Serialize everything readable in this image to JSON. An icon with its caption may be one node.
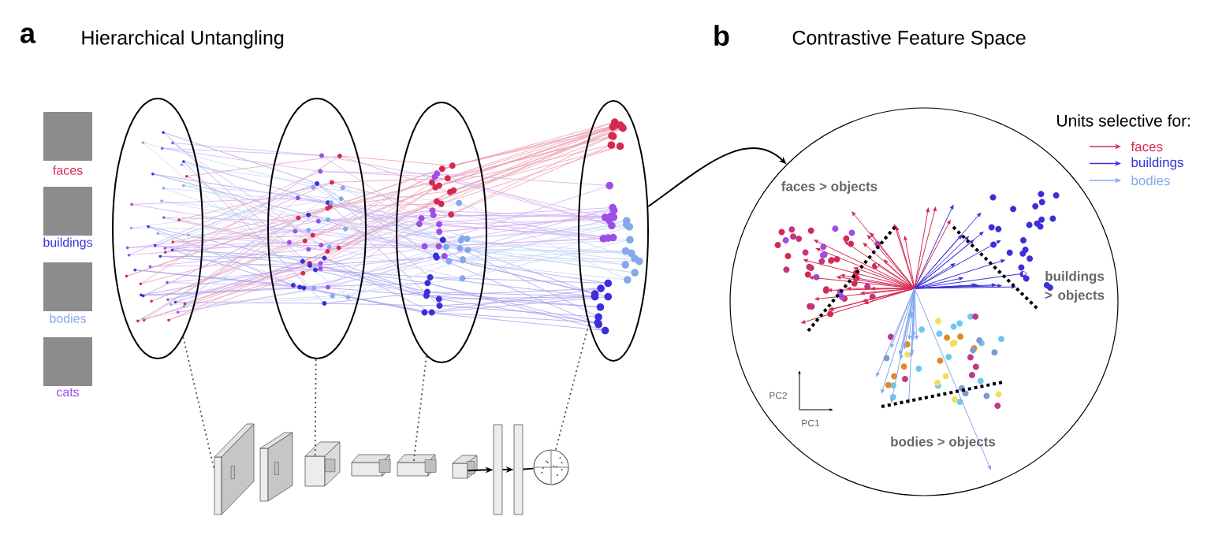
{
  "diagram": {
    "nodes": [
      {
        "text": [],
        "shape": "ellipse"
      },
      {
        "text": [],
        "shape": "ellipse"
      },
      {
        "text": [],
        "shape": "ellipse"
      },
      {
        "text": [],
        "shape": "ellipse"
      },
      {
        "text": [],
        "shape": "circle"
      },
      {
        "text": [],
        "shape": "box"
      },
      {
        "text": [],
        "shape": "box"
      },
      {
        "text": [],
        "shape": "box"
      },
      {
        "text": [],
        "shape": "box"
      },
      {
        "text": [],
        "shape": "box"
      },
      {
        "text": [],
        "shape": "box"
      },
      {
        "text": [],
        "shape": "bar"
      },
      {
        "text": [],
        "shape": "bar"
      },
      {
        "text": [],
        "shape": "circle"
      }
    ],
    "edges": [
      {
        "from": 3,
        "to": 4,
        "arrow": "to"
      },
      {
        "from": 0,
        "to": 5,
        "arrow": "none",
        "style": "dashed"
      },
      {
        "from": 1,
        "to": 7,
        "arrow": "none",
        "style": "dashed"
      },
      {
        "from": 2,
        "to": 9,
        "arrow": "none",
        "style": "dashed"
      },
      {
        "from": 3,
        "to": 13,
        "arrow": "none",
        "style": "dashed"
      },
      {
        "from": 10,
        "to": 11,
        "arrow": "to"
      },
      {
        "from": 11,
        "to": 12,
        "arrow": "to"
      },
      {
        "from": 12,
        "to": 13,
        "arrow": "none"
      }
    ],
    "labels": [
      "a",
      "Hierarchical Untangling",
      "b",
      "Contrastive Feature Space",
      "faces",
      "buildings",
      "bodies",
      "cats",
      "Units selective for:",
      "faces > objects",
      "buildings > objects",
      "PC2",
      "PC1",
      "bodies > objects"
    ],
    "legend": [
      {
        "text": "faces"
      },
      {
        "text": "buildings"
      },
      {
        "text": "bodies"
      }
    ]
  }
}
